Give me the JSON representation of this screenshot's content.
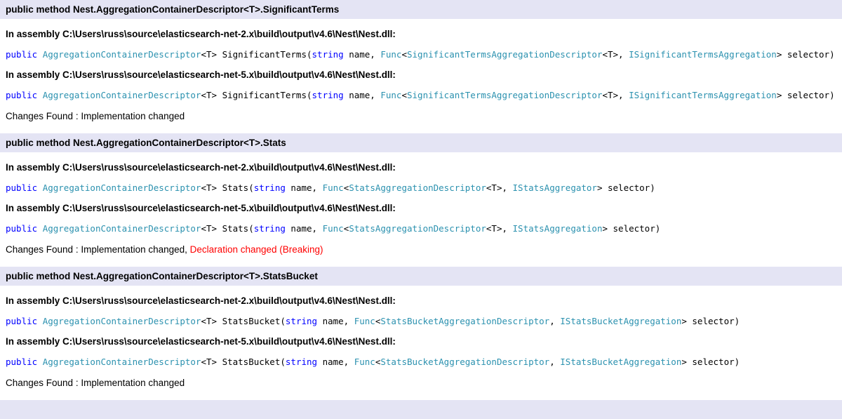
{
  "colors": {
    "header_bg": "#e4e4f4",
    "keyword": "#0000ff",
    "type_name": "#2b91af",
    "plain_code": "#000000",
    "breaking_text": "#ff0000"
  },
  "sections": [
    {
      "title": "public method Nest.AggregationContainerDescriptor<T>.SignificantTerms",
      "entries": [
        {
          "assembly": "In assembly C:\\Users\\russ\\source\\elasticsearch-net-2.x\\build\\output\\v4.6\\Nest\\Nest.dll:",
          "code": [
            [
              "public",
              "kw"
            ],
            [
              " ",
              "pl"
            ],
            [
              "AggregationContainerDescriptor",
              "ty"
            ],
            [
              "<T> SignificantTerms(",
              "pl"
            ],
            [
              "string",
              "kw"
            ],
            [
              " name, ",
              "pl"
            ],
            [
              "Func",
              "ty"
            ],
            [
              "<",
              "pl"
            ],
            [
              "SignificantTermsAggregationDescriptor",
              "ty"
            ],
            [
              "<T>, ",
              "pl"
            ],
            [
              "ISignificantTermsAggregation",
              "ty"
            ],
            [
              "> selector)",
              "pl"
            ]
          ]
        },
        {
          "assembly": "In assembly C:\\Users\\russ\\source\\elasticsearch-net-5.x\\build\\output\\v4.6\\Nest\\Nest.dll:",
          "code": [
            [
              "public",
              "kw"
            ],
            [
              " ",
              "pl"
            ],
            [
              "AggregationContainerDescriptor",
              "ty"
            ],
            [
              "<T> SignificantTerms(",
              "pl"
            ],
            [
              "string",
              "kw"
            ],
            [
              " name, ",
              "pl"
            ],
            [
              "Func",
              "ty"
            ],
            [
              "<",
              "pl"
            ],
            [
              "SignificantTermsAggregationDescriptor",
              "ty"
            ],
            [
              "<T>, ",
              "pl"
            ],
            [
              "ISignificantTermsAggregation",
              "ty"
            ],
            [
              "> selector)",
              "pl"
            ]
          ]
        }
      ],
      "changes": "Changes Found : Implementation changed",
      "changes_breaking": ""
    },
    {
      "title": "public method Nest.AggregationContainerDescriptor<T>.Stats",
      "entries": [
        {
          "assembly": "In assembly C:\\Users\\russ\\source\\elasticsearch-net-2.x\\build\\output\\v4.6\\Nest\\Nest.dll:",
          "code": [
            [
              "public",
              "kw"
            ],
            [
              " ",
              "pl"
            ],
            [
              "AggregationContainerDescriptor",
              "ty"
            ],
            [
              "<T> Stats(",
              "pl"
            ],
            [
              "string",
              "kw"
            ],
            [
              " name, ",
              "pl"
            ],
            [
              "Func",
              "ty"
            ],
            [
              "<",
              "pl"
            ],
            [
              "StatsAggregationDescriptor",
              "ty"
            ],
            [
              "<T>, ",
              "pl"
            ],
            [
              "IStatsAggregator",
              "ty"
            ],
            [
              "> selector)",
              "pl"
            ]
          ]
        },
        {
          "assembly": "In assembly C:\\Users\\russ\\source\\elasticsearch-net-5.x\\build\\output\\v4.6\\Nest\\Nest.dll:",
          "code": [
            [
              "public",
              "kw"
            ],
            [
              " ",
              "pl"
            ],
            [
              "AggregationContainerDescriptor",
              "ty"
            ],
            [
              "<T> Stats(",
              "pl"
            ],
            [
              "string",
              "kw"
            ],
            [
              " name, ",
              "pl"
            ],
            [
              "Func",
              "ty"
            ],
            [
              "<",
              "pl"
            ],
            [
              "StatsAggregationDescriptor",
              "ty"
            ],
            [
              "<T>, ",
              "pl"
            ],
            [
              "IStatsAggregation",
              "ty"
            ],
            [
              "> selector)",
              "pl"
            ]
          ]
        }
      ],
      "changes": "Changes Found : Implementation changed, ",
      "changes_breaking": "Declaration changed (Breaking)"
    },
    {
      "title": "public method Nest.AggregationContainerDescriptor<T>.StatsBucket",
      "entries": [
        {
          "assembly": "In assembly C:\\Users\\russ\\source\\elasticsearch-net-2.x\\build\\output\\v4.6\\Nest\\Nest.dll:",
          "code": [
            [
              "public",
              "kw"
            ],
            [
              " ",
              "pl"
            ],
            [
              "AggregationContainerDescriptor",
              "ty"
            ],
            [
              "<T> StatsBucket(",
              "pl"
            ],
            [
              "string",
              "kw"
            ],
            [
              " name, ",
              "pl"
            ],
            [
              "Func",
              "ty"
            ],
            [
              "<",
              "pl"
            ],
            [
              "StatsBucketAggregationDescriptor",
              "ty"
            ],
            [
              ", ",
              "pl"
            ],
            [
              "IStatsBucketAggregation",
              "ty"
            ],
            [
              "> selector)",
              "pl"
            ]
          ]
        },
        {
          "assembly": "In assembly C:\\Users\\russ\\source\\elasticsearch-net-5.x\\build\\output\\v4.6\\Nest\\Nest.dll:",
          "code": [
            [
              "public",
              "kw"
            ],
            [
              " ",
              "pl"
            ],
            [
              "AggregationContainerDescriptor",
              "ty"
            ],
            [
              "<T> StatsBucket(",
              "pl"
            ],
            [
              "string",
              "kw"
            ],
            [
              " name, ",
              "pl"
            ],
            [
              "Func",
              "ty"
            ],
            [
              "<",
              "pl"
            ],
            [
              "StatsBucketAggregationDescriptor",
              "ty"
            ],
            [
              ", ",
              "pl"
            ],
            [
              "IStatsBucketAggregation",
              "ty"
            ],
            [
              "> selector)",
              "pl"
            ]
          ]
        }
      ],
      "changes": "Changes Found : Implementation changed",
      "changes_breaking": ""
    }
  ]
}
